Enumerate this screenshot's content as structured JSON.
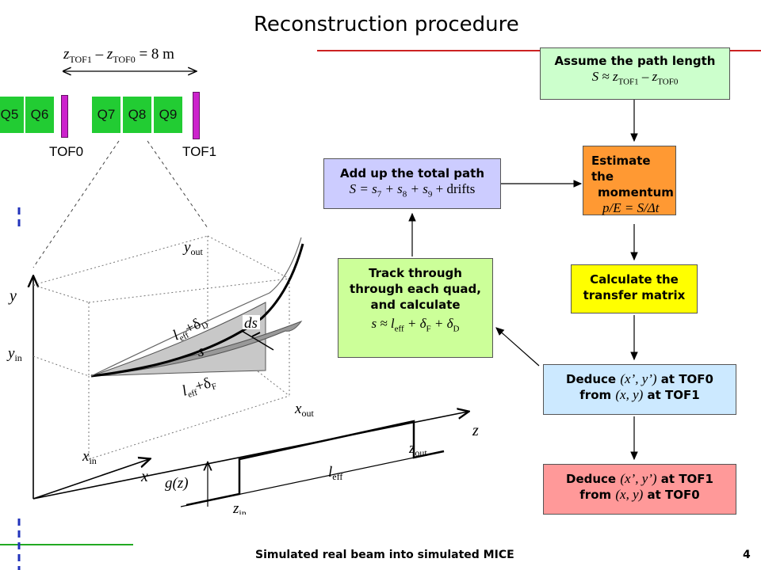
{
  "title": "Reconstruction procedure",
  "beamline": {
    "distance_label": "z",
    "distance_sub1": "TOF1",
    "distance_mid": " – z",
    "distance_sub0": "TOF0",
    "distance_end": " = 8 m",
    "quads": [
      "Q5",
      "Q6",
      "Q7",
      "Q8",
      "Q9"
    ],
    "tof0_label": "TOF0",
    "tof1_label": "TOF1"
  },
  "boxes": {
    "assume": {
      "line1": "Assume the path length",
      "line2": "S ≈ z",
      "sub1": "TOF1",
      "mid": " – z",
      "sub0": "TOF0",
      "color": "#ccffcc"
    },
    "estimate": {
      "line1": "Estimate the",
      "line2": "momentum",
      "line3": "p/E = S/Δt",
      "color": "#ff9933"
    },
    "calculate": {
      "line1": "Calculate the",
      "line2": "transfer matrix",
      "color": "#ffff00"
    },
    "deduce0": {
      "pre": "Deduce ",
      "var1": "(x’, y’)",
      "post1": " at TOF0",
      "pre2": "from ",
      "var2": "(x, y)",
      "post2": " at TOF1",
      "color": "#cce9ff"
    },
    "deduce1": {
      "pre": "Deduce ",
      "var1": "(x’, y’)",
      "post1": " at TOF1",
      "pre2": "from ",
      "var2": "(x, y)",
      "post2": " at TOF0",
      "color": "#ff9999"
    },
    "track": {
      "line1": "Track through",
      "line2": "through each quad,",
      "line3": "and calculate",
      "line4": "s ≈ l",
      "sub_eff": "eff",
      "mid": " + δ",
      "sub_f": "F",
      "mid2": " + δ",
      "sub_d": "D",
      "color": "#ccff99"
    },
    "addup": {
      "line1": "Add up the total path",
      "line2": "S = s",
      "s7": "7",
      "plus1": " + s",
      "s8": "8",
      "plus2": " + s",
      "s9": "9",
      "end": " + drifts",
      "color": "#ccccff"
    }
  },
  "diagram": {
    "y_out": "y",
    "y_out_sub": "out",
    "y": "y",
    "y_in": "y",
    "y_in_sub": "in",
    "x_in": "x",
    "x_in_sub": "in",
    "x": "x",
    "x_out": "x",
    "x_out_sub": "out",
    "z": "z",
    "leff_dD": "l",
    "leff_dD_sub": "eff",
    "leff_dD_rest": "+δ",
    "leff_dD_sub2": "D",
    "ds": "ds",
    "s": "s",
    "leff_dF": "l",
    "leff_dF_sub": "eff",
    "leff_dF_rest": "+δ",
    "leff_dF_sub2": "F",
    "gz": "g(z)",
    "z_in": "z",
    "z_in_sub": "in",
    "z_out": "z",
    "z_out_sub": "out",
    "leff": "l",
    "leff_sub": "eff"
  },
  "footer": {
    "text": "Simulated real beam into simulated MICE",
    "page": "4"
  },
  "colors": {
    "red_line": "#cc2222",
    "green_line": "#22aa22",
    "blue_dash": "#2233bb",
    "quad": "#22cc33",
    "tof": "#cc22cc"
  }
}
